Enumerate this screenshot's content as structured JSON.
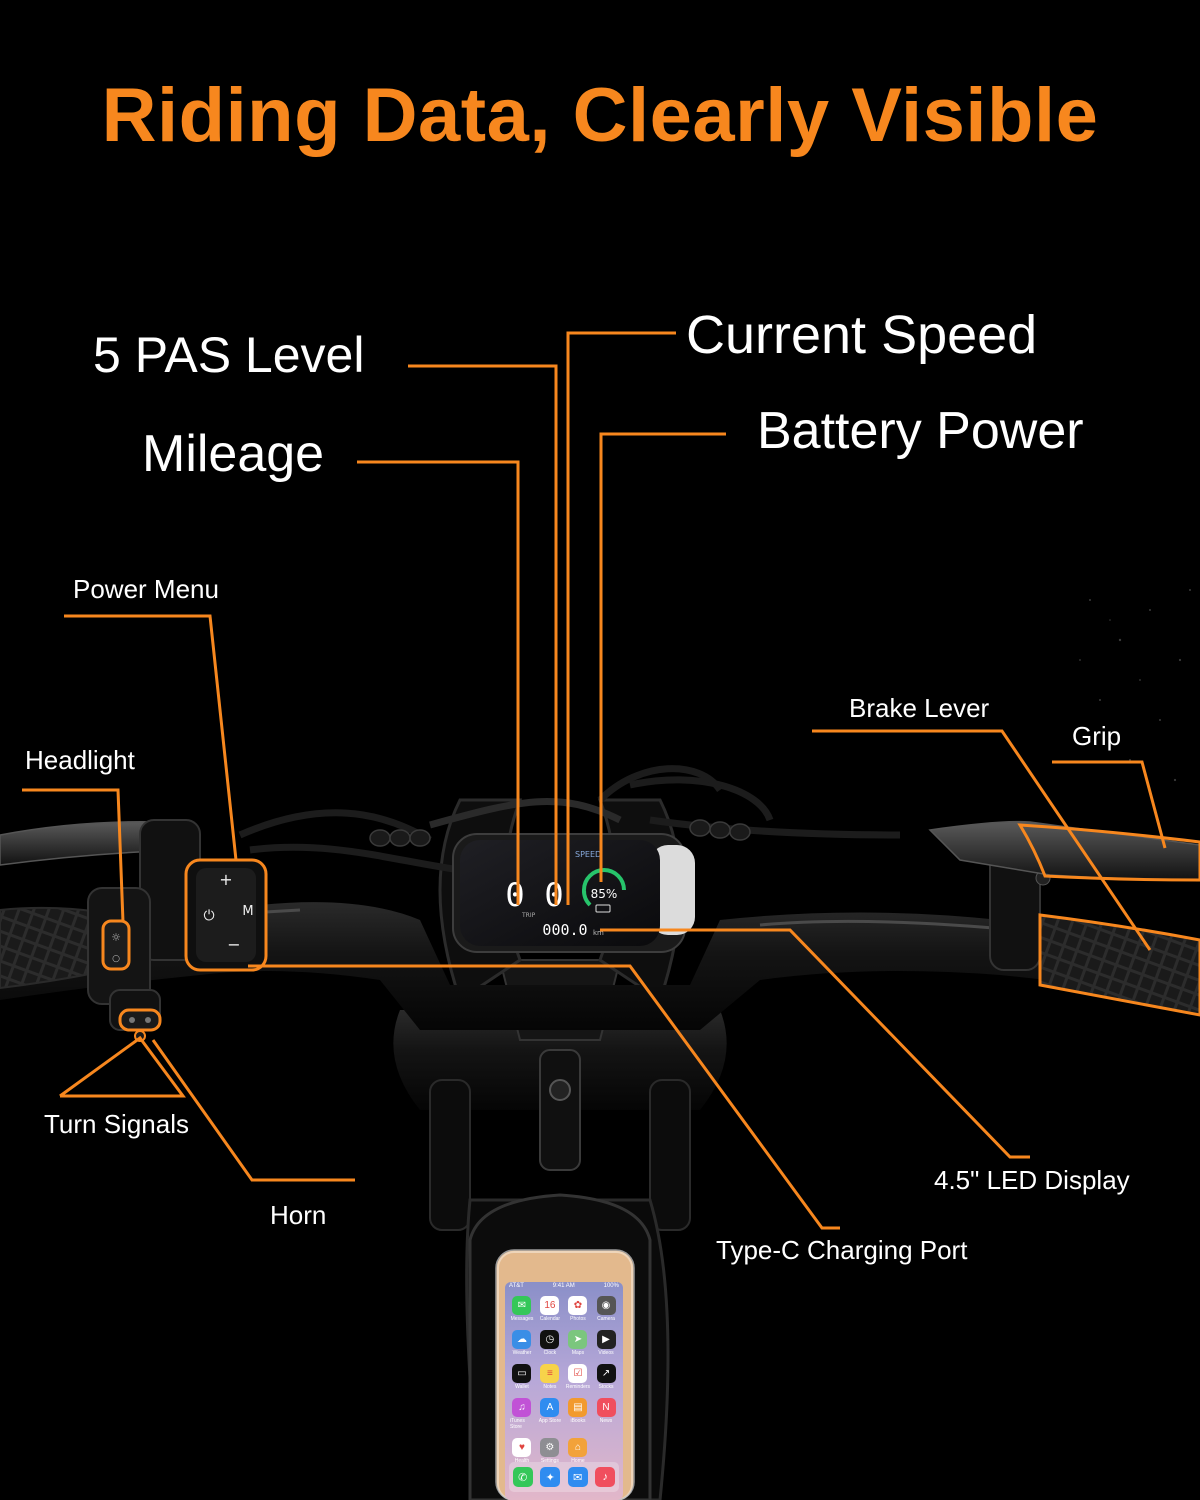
{
  "title": "Riding Data, Clearly Visible",
  "colors": {
    "accent": "#f7871e",
    "background": "#000000",
    "label": "#ffffff",
    "display_green": "#27c46b"
  },
  "labels": {
    "pas_level": "5 PAS Level",
    "current_speed": "Current Speed",
    "mileage": "Mileage",
    "battery_power": "Battery Power",
    "power_menu": "Power Menu",
    "headlight": "Headlight",
    "brake_lever": "Brake Lever",
    "grip": "Grip",
    "turn_signals": "Turn Signals",
    "horn": "Horn",
    "led_display": "4.5\" LED Display",
    "type_c_port": "Type-C Charging Port"
  },
  "display": {
    "pas": "0",
    "speed": "0",
    "battery": "85%",
    "odometer": "000.0",
    "odometer_unit": "km",
    "speed_tag": "SPEED",
    "trip_tag": "TRIP"
  },
  "controller": {
    "plus": "+",
    "minus": "−",
    "mode": "M",
    "power_icon": "power-icon"
  },
  "phone": {
    "carrier": "AT&T",
    "time": "9:41 AM",
    "battery": "100%",
    "apps": [
      {
        "name": "Messages",
        "icon": "message-icon",
        "color": "#34c759"
      },
      {
        "name": "Calendar",
        "icon": "calendar-icon",
        "color": "#ffffff"
      },
      {
        "name": "Photos",
        "icon": "photos-icon",
        "color": "#ffffff"
      },
      {
        "name": "Camera",
        "icon": "camera-icon",
        "color": "#555555"
      },
      {
        "name": "Weather",
        "icon": "weather-icon",
        "color": "#3a8ee6"
      },
      {
        "name": "Clock",
        "icon": "clock-icon",
        "color": "#111111"
      },
      {
        "name": "Maps",
        "icon": "maps-icon",
        "color": "#7bc67e"
      },
      {
        "name": "Videos",
        "icon": "videos-icon",
        "color": "#222222"
      },
      {
        "name": "Wallet",
        "icon": "wallet-icon",
        "color": "#111111"
      },
      {
        "name": "Notes",
        "icon": "notes-icon",
        "color": "#f7d34a"
      },
      {
        "name": "Reminders",
        "icon": "reminders-icon",
        "color": "#ffffff"
      },
      {
        "name": "Stocks",
        "icon": "stocks-icon",
        "color": "#111111"
      },
      {
        "name": "iTunes Store",
        "icon": "itunes-icon",
        "color": "#c152d6"
      },
      {
        "name": "App Store",
        "icon": "appstore-icon",
        "color": "#2f8cf0"
      },
      {
        "name": "iBooks",
        "icon": "ibooks-icon",
        "color": "#f29a2e"
      },
      {
        "name": "News",
        "icon": "news-icon",
        "color": "#f04e5e"
      },
      {
        "name": "Health",
        "icon": "health-icon",
        "color": "#ffffff"
      },
      {
        "name": "Settings",
        "icon": "settings-icon",
        "color": "#8e8e93"
      },
      {
        "name": "Home",
        "icon": "home-icon",
        "color": "#f2a23a"
      }
    ],
    "dock": [
      {
        "name": "Phone",
        "icon": "phone-icon",
        "color": "#34c759"
      },
      {
        "name": "Safari",
        "icon": "safari-icon",
        "color": "#2f8cf0"
      },
      {
        "name": "Mail",
        "icon": "mail-icon",
        "color": "#2f8cf0"
      },
      {
        "name": "Music",
        "icon": "music-icon",
        "color": "#f04e5e"
      }
    ]
  }
}
